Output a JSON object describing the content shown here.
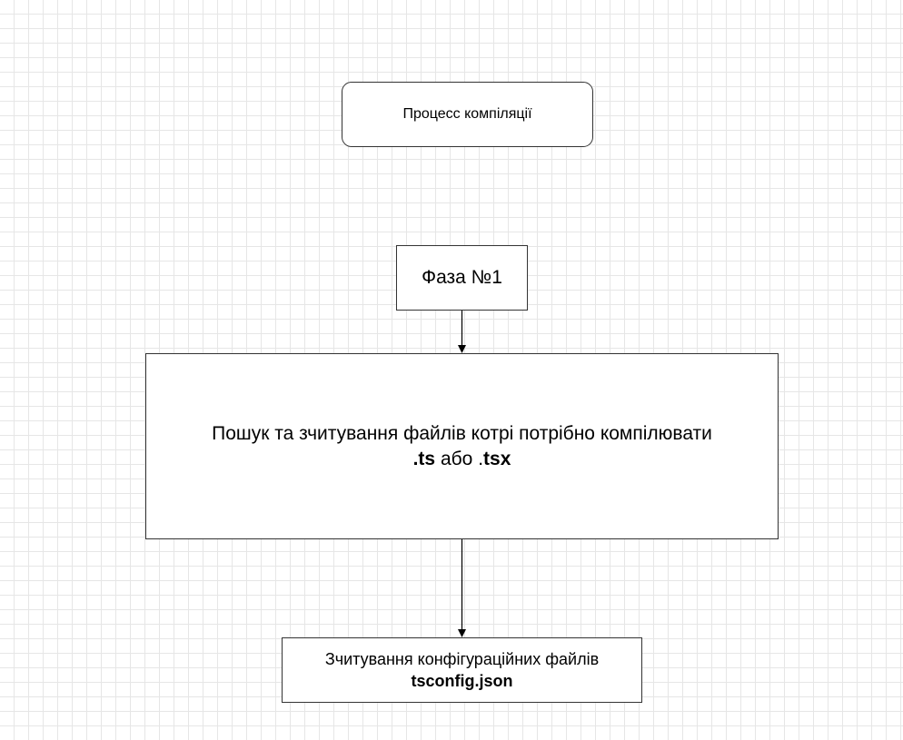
{
  "diagram": {
    "title_node": {
      "label": "Процесс компіляції"
    },
    "phase_node": {
      "label": "Фаза №1"
    },
    "search_node": {
      "line1": "Пошук та зчитування файлів котрі потрібно компілювати",
      "ext1": ".ts",
      "conj": "або",
      "ext2_dot": ".",
      "ext2": "tsx"
    },
    "config_node": {
      "line1": "Зчитування конфігураційних файлів",
      "file": "tsconfig.json"
    },
    "edges": [
      {
        "from": "phase_node",
        "to": "search_node"
      },
      {
        "from": "search_node",
        "to": "config_node"
      }
    ],
    "colors": {
      "stroke": "#333333",
      "grid": "#e6e6e6",
      "background": "#ffffff",
      "text": "#000000"
    }
  }
}
